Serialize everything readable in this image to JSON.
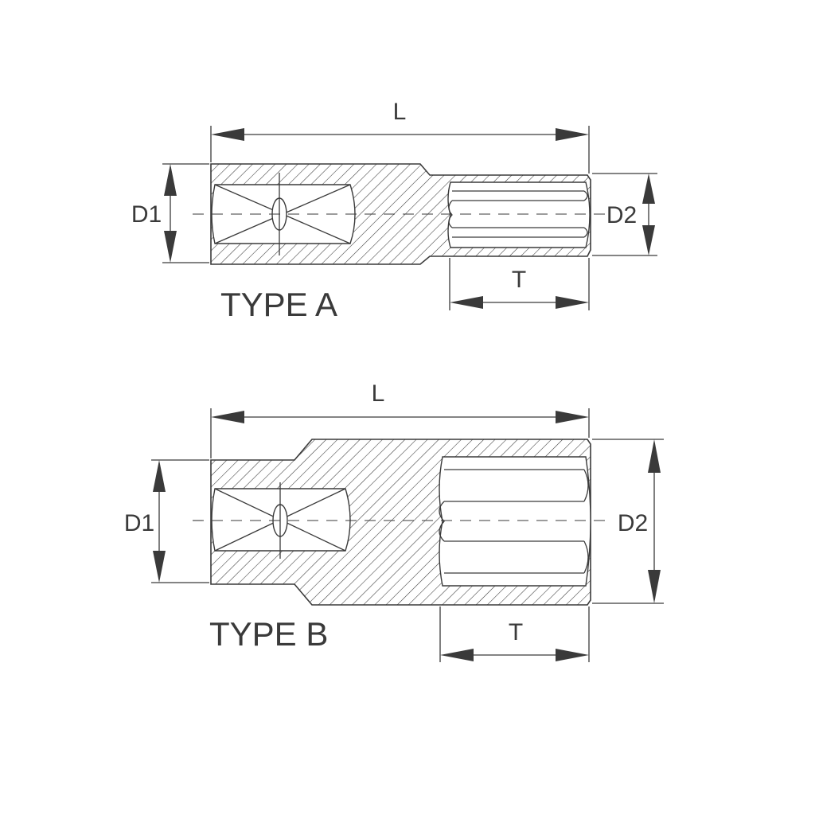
{
  "type_a": {
    "label": "TYPE A",
    "dim_length": "L",
    "dim_drive_diameter": "D1",
    "dim_head_diameter": "D2",
    "dim_depth": "T"
  },
  "type_b": {
    "label": "TYPE B",
    "dim_length": "L",
    "dim_drive_diameter": "D1",
    "dim_head_diameter": "D2",
    "dim_depth": "T"
  },
  "colors": {
    "line": "#3a3a3a",
    "background": "#ffffff"
  }
}
